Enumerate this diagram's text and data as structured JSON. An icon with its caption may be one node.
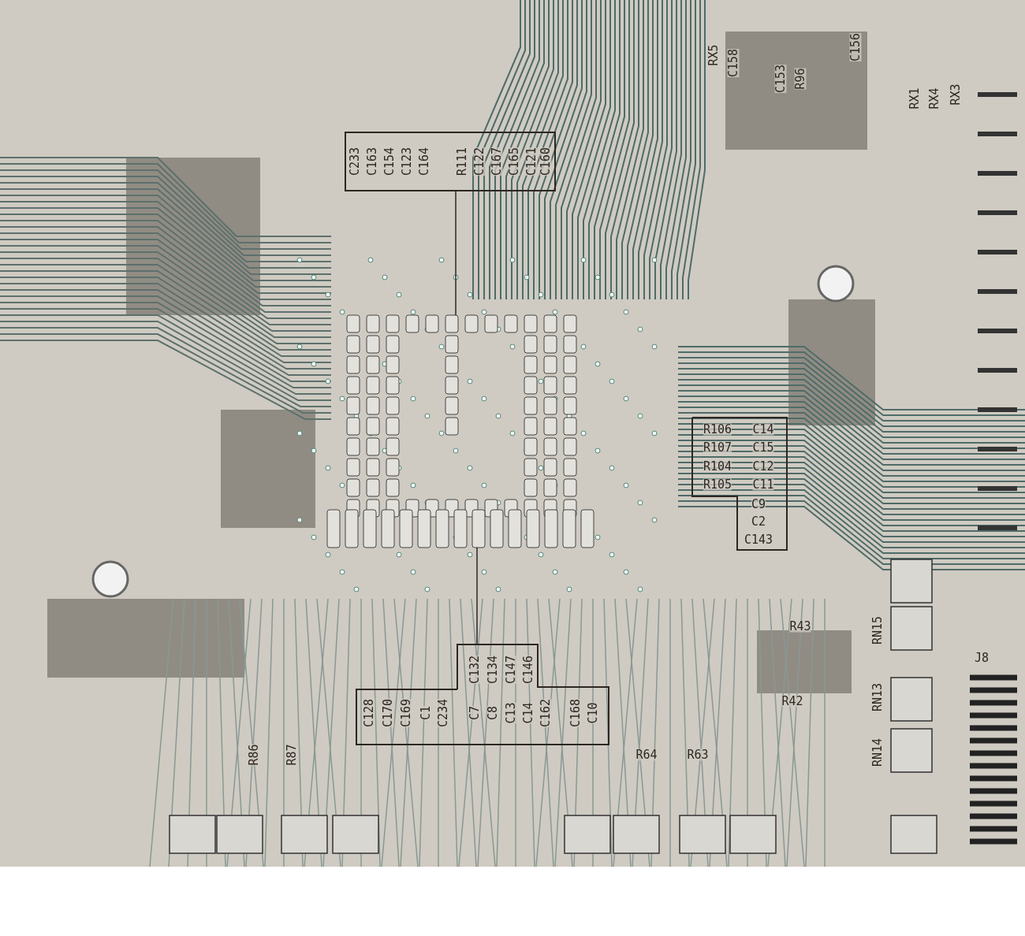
{
  "diagram": {
    "labels": [
      "C233",
      "C163",
      "C154",
      "C123",
      "C164",
      "R111",
      "C122",
      "C167",
      "C165",
      "C121",
      "C160",
      "C132",
      "C134",
      "C147",
      "C146",
      "C128",
      "C170",
      "C169",
      "C1",
      "C234",
      "C7",
      "C8",
      "C13",
      "C14",
      "C162",
      "C168",
      "C10",
      "R106",
      "C14",
      "R107",
      "C15",
      "R104",
      "C12",
      "R105",
      "C11",
      "C9",
      "C2",
      "C143",
      "RX5",
      "C158",
      "C153",
      "R96",
      "C156",
      "RX1",
      "RX4",
      "RX3",
      "RN15",
      "R43",
      "RN13",
      "R42",
      "J8",
      "R86",
      "R87",
      "R64",
      "R63",
      "RN14"
    ]
  }
}
